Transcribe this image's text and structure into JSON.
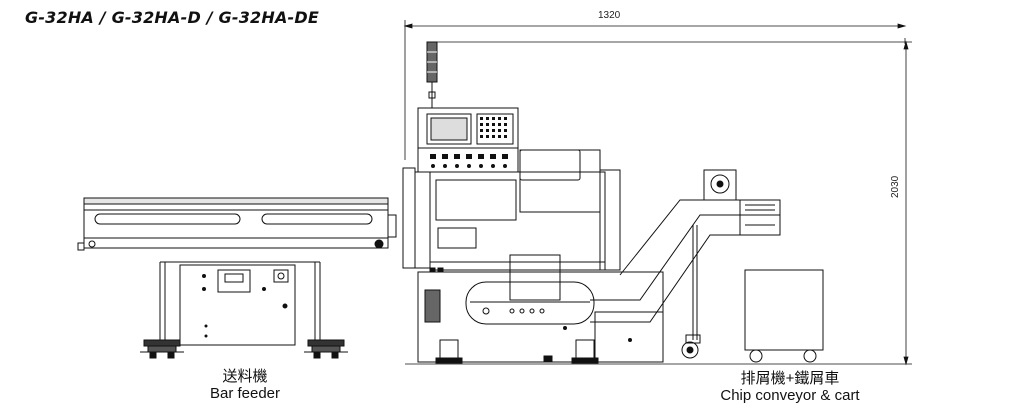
{
  "title": "G-32HA / G-32HA-D / G-32HA-DE",
  "dimensions": {
    "width": "1320",
    "height": "2030"
  },
  "bar_feeder": {
    "label_zh": "送料機",
    "label_en": "Bar feeder"
  },
  "chip_conveyor": {
    "label_zh": "排屑機+鐵屑車",
    "label_en": "Chip conveyor & cart"
  }
}
